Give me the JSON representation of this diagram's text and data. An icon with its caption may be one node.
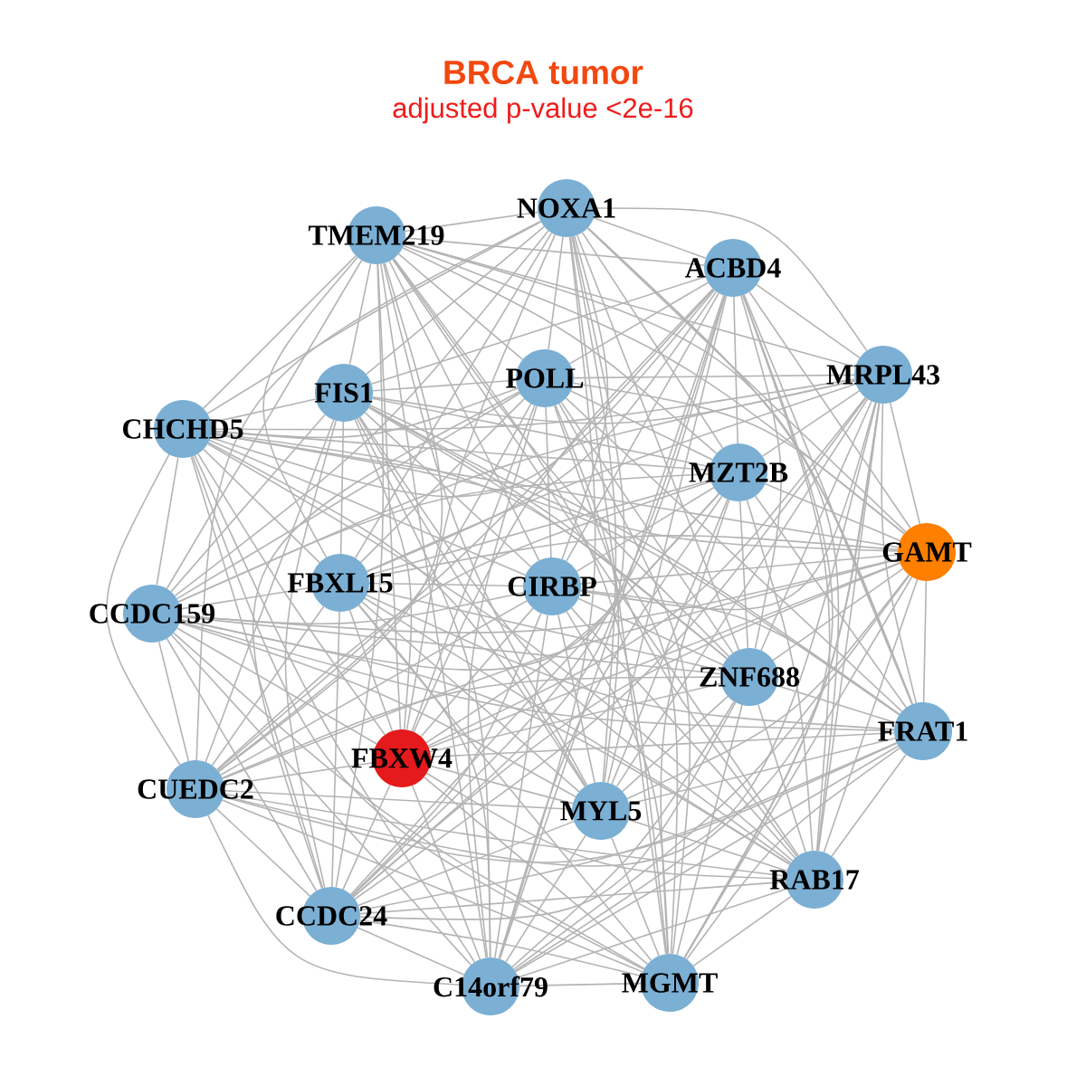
{
  "diagram": {
    "title": "BRCA tumor",
    "nodes": [
      {
        "text": [
          "NOXA1"
        ]
      },
      {
        "text": [
          "TMEM219"
        ]
      },
      {
        "text": [
          "ACBD4"
        ]
      },
      {
        "text": [
          "MRPL43"
        ]
      },
      {
        "text": [
          "FIS1"
        ]
      },
      {
        "text": [
          "POLL"
        ]
      },
      {
        "text": [
          "CHCHD5"
        ]
      },
      {
        "text": [
          "MZT2B"
        ]
      },
      {
        "text": [
          "GAMT"
        ]
      },
      {
        "text": [
          "CCDC159"
        ]
      },
      {
        "text": [
          "FBXL15"
        ]
      },
      {
        "text": [
          "CIRBP"
        ]
      },
      {
        "text": [
          "ZNF688"
        ]
      },
      {
        "text": [
          "FRAT1"
        ]
      },
      {
        "text": [
          "FBXW4"
        ]
      },
      {
        "text": [
          "CUEDC2"
        ]
      },
      {
        "text": [
          "MYL5"
        ]
      },
      {
        "text": [
          "RAB17"
        ]
      },
      {
        "text": [
          "CCDC24"
        ]
      },
      {
        "text": [
          "C14orf79"
        ]
      },
      {
        "text": [
          "MGMT"
        ]
      }
    ],
    "edges": [
      {
        "from": 0,
        "to": 1,
        "arrow": "none"
      },
      {
        "from": 0,
        "to": 2,
        "arrow": "none"
      },
      {
        "from": 0,
        "to": 3,
        "arrow": "none"
      },
      {
        "from": 0,
        "to": 4,
        "arrow": "none"
      },
      {
        "from": 0,
        "to": 5,
        "arrow": "none"
      },
      {
        "from": 0,
        "to": 6,
        "arrow": "none"
      },
      {
        "from": 0,
        "to": 7,
        "arrow": "none"
      },
      {
        "from": 0,
        "to": 8,
        "arrow": "none"
      },
      {
        "from": 0,
        "to": 9,
        "arrow": "none"
      },
      {
        "from": 0,
        "to": 10,
        "arrow": "none"
      },
      {
        "from": 0,
        "to": 11,
        "arrow": "none"
      },
      {
        "from": 0,
        "to": 12,
        "arrow": "none"
      },
      {
        "from": 0,
        "to": 13,
        "arrow": "none"
      },
      {
        "from": 0,
        "to": 14,
        "arrow": "none"
      },
      {
        "from": 0,
        "to": 15,
        "arrow": "none"
      },
      {
        "from": 0,
        "to": 16,
        "arrow": "none"
      },
      {
        "from": 0,
        "to": 17,
        "arrow": "none"
      },
      {
        "from": 0,
        "to": 18,
        "arrow": "none"
      },
      {
        "from": 0,
        "to": 19,
        "arrow": "none"
      },
      {
        "from": 0,
        "to": 20,
        "arrow": "none"
      },
      {
        "from": 1,
        "to": 2,
        "arrow": "none"
      },
      {
        "from": 1,
        "to": 3,
        "arrow": "none"
      },
      {
        "from": 1,
        "to": 4,
        "arrow": "none"
      },
      {
        "from": 1,
        "to": 5,
        "arrow": "none"
      },
      {
        "from": 1,
        "to": 6,
        "arrow": "none"
      },
      {
        "from": 1,
        "to": 7,
        "arrow": "none"
      },
      {
        "from": 1,
        "to": 8,
        "arrow": "none"
      },
      {
        "from": 1,
        "to": 9,
        "arrow": "none"
      },
      {
        "from": 1,
        "to": 10,
        "arrow": "none"
      },
      {
        "from": 1,
        "to": 11,
        "arrow": "none"
      },
      {
        "from": 1,
        "to": 12,
        "arrow": "none"
      },
      {
        "from": 1,
        "to": 13,
        "arrow": "none"
      },
      {
        "from": 1,
        "to": 14,
        "arrow": "none"
      },
      {
        "from": 1,
        "to": 15,
        "arrow": "none"
      },
      {
        "from": 1,
        "to": 16,
        "arrow": "none"
      },
      {
        "from": 1,
        "to": 17,
        "arrow": "none"
      },
      {
        "from": 1,
        "to": 18,
        "arrow": "none"
      },
      {
        "from": 1,
        "to": 19,
        "arrow": "none"
      },
      {
        "from": 1,
        "to": 20,
        "arrow": "none"
      },
      {
        "from": 2,
        "to": 3,
        "arrow": "none"
      },
      {
        "from": 2,
        "to": 4,
        "arrow": "none"
      },
      {
        "from": 2,
        "to": 5,
        "arrow": "none"
      },
      {
        "from": 2,
        "to": 6,
        "arrow": "none"
      },
      {
        "from": 2,
        "to": 7,
        "arrow": "none"
      },
      {
        "from": 2,
        "to": 8,
        "arrow": "none"
      },
      {
        "from": 2,
        "to": 9,
        "arrow": "none"
      },
      {
        "from": 2,
        "to": 10,
        "arrow": "none"
      },
      {
        "from": 2,
        "to": 11,
        "arrow": "none"
      },
      {
        "from": 2,
        "to": 12,
        "arrow": "none"
      },
      {
        "from": 2,
        "to": 13,
        "arrow": "none"
      },
      {
        "from": 2,
        "to": 14,
        "arrow": "none"
      },
      {
        "from": 2,
        "to": 15,
        "arrow": "none"
      },
      {
        "from": 2,
        "to": 16,
        "arrow": "none"
      },
      {
        "from": 2,
        "to": 17,
        "arrow": "none"
      },
      {
        "from": 2,
        "to": 18,
        "arrow": "none"
      },
      {
        "from": 2,
        "to": 19,
        "arrow": "none"
      },
      {
        "from": 2,
        "to": 20,
        "arrow": "none"
      },
      {
        "from": 3,
        "to": 4,
        "arrow": "none"
      },
      {
        "from": 3,
        "to": 5,
        "arrow": "none"
      },
      {
        "from": 3,
        "to": 6,
        "arrow": "none"
      },
      {
        "from": 3,
        "to": 7,
        "arrow": "none"
      },
      {
        "from": 3,
        "to": 8,
        "arrow": "none"
      },
      {
        "from": 3,
        "to": 9,
        "arrow": "none"
      },
      {
        "from": 3,
        "to": 10,
        "arrow": "none"
      },
      {
        "from": 3,
        "to": 11,
        "arrow": "none"
      },
      {
        "from": 3,
        "to": 12,
        "arrow": "none"
      },
      {
        "from": 3,
        "to": 13,
        "arrow": "none"
      },
      {
        "from": 3,
        "to": 14,
        "arrow": "none"
      },
      {
        "from": 3,
        "to": 15,
        "arrow": "none"
      },
      {
        "from": 3,
        "to": 16,
        "arrow": "none"
      },
      {
        "from": 3,
        "to": 17,
        "arrow": "none"
      },
      {
        "from": 3,
        "to": 18,
        "arrow": "none"
      },
      {
        "from": 3,
        "to": 19,
        "arrow": "none"
      },
      {
        "from": 3,
        "to": 20,
        "arrow": "none"
      },
      {
        "from": 4,
        "to": 5,
        "arrow": "none"
      },
      {
        "from": 4,
        "to": 6,
        "arrow": "none"
      },
      {
        "from": 4,
        "to": 7,
        "arrow": "none"
      },
      {
        "from": 4,
        "to": 8,
        "arrow": "none"
      },
      {
        "from": 4,
        "to": 9,
        "arrow": "none"
      },
      {
        "from": 4,
        "to": 10,
        "arrow": "none"
      },
      {
        "from": 4,
        "to": 11,
        "arrow": "none"
      },
      {
        "from": 4,
        "to": 12,
        "arrow": "none"
      },
      {
        "from": 4,
        "to": 13,
        "arrow": "none"
      },
      {
        "from": 4,
        "to": 14,
        "arrow": "none"
      },
      {
        "from": 4,
        "to": 15,
        "arrow": "none"
      },
      {
        "from": 4,
        "to": 16,
        "arrow": "none"
      },
      {
        "from": 4,
        "to": 17,
        "arrow": "none"
      },
      {
        "from": 4,
        "to": 18,
        "arrow": "none"
      },
      {
        "from": 4,
        "to": 19,
        "arrow": "none"
      },
      {
        "from": 4,
        "to": 20,
        "arrow": "none"
      },
      {
        "from": 5,
        "to": 6,
        "arrow": "none"
      },
      {
        "from": 5,
        "to": 7,
        "arrow": "none"
      },
      {
        "from": 5,
        "to": 8,
        "arrow": "none"
      },
      {
        "from": 5,
        "to": 9,
        "arrow": "none"
      },
      {
        "from": 5,
        "to": 10,
        "arrow": "none"
      },
      {
        "from": 5,
        "to": 11,
        "arrow": "none"
      },
      {
        "from": 5,
        "to": 12,
        "arrow": "none"
      },
      {
        "from": 5,
        "to": 13,
        "arrow": "none"
      },
      {
        "from": 5,
        "to": 14,
        "arrow": "none"
      },
      {
        "from": 5,
        "to": 15,
        "arrow": "none"
      },
      {
        "from": 5,
        "to": 16,
        "arrow": "none"
      },
      {
        "from": 5,
        "to": 17,
        "arrow": "none"
      },
      {
        "from": 5,
        "to": 18,
        "arrow": "none"
      },
      {
        "from": 5,
        "to": 19,
        "arrow": "none"
      },
      {
        "from": 5,
        "to": 20,
        "arrow": "none"
      },
      {
        "from": 6,
        "to": 7,
        "arrow": "none"
      },
      {
        "from": 6,
        "to": 8,
        "arrow": "none"
      },
      {
        "from": 6,
        "to": 9,
        "arrow": "none"
      },
      {
        "from": 6,
        "to": 10,
        "arrow": "none"
      },
      {
        "from": 6,
        "to": 11,
        "arrow": "none"
      },
      {
        "from": 6,
        "to": 12,
        "arrow": "none"
      },
      {
        "from": 6,
        "to": 13,
        "arrow": "none"
      },
      {
        "from": 6,
        "to": 14,
        "arrow": "none"
      },
      {
        "from": 6,
        "to": 15,
        "arrow": "none"
      },
      {
        "from": 6,
        "to": 16,
        "arrow": "none"
      },
      {
        "from": 6,
        "to": 17,
        "arrow": "none"
      },
      {
        "from": 6,
        "to": 18,
        "arrow": "none"
      },
      {
        "from": 6,
        "to": 19,
        "arrow": "none"
      },
      {
        "from": 6,
        "to": 20,
        "arrow": "none"
      },
      {
        "from": 7,
        "to": 8,
        "arrow": "none"
      },
      {
        "from": 7,
        "to": 9,
        "arrow": "none"
      },
      {
        "from": 7,
        "to": 10,
        "arrow": "none"
      },
      {
        "from": 7,
        "to": 11,
        "arrow": "none"
      },
      {
        "from": 7,
        "to": 12,
        "arrow": "none"
      },
      {
        "from": 7,
        "to": 13,
        "arrow": "none"
      },
      {
        "from": 7,
        "to": 14,
        "arrow": "none"
      },
      {
        "from": 7,
        "to": 15,
        "arrow": "none"
      },
      {
        "from": 7,
        "to": 16,
        "arrow": "none"
      },
      {
        "from": 7,
        "to": 17,
        "arrow": "none"
      },
      {
        "from": 7,
        "to": 18,
        "arrow": "none"
      },
      {
        "from": 7,
        "to": 19,
        "arrow": "none"
      },
      {
        "from": 7,
        "to": 20,
        "arrow": "none"
      },
      {
        "from": 8,
        "to": 9,
        "arrow": "none"
      },
      {
        "from": 8,
        "to": 10,
        "arrow": "none"
      },
      {
        "from": 8,
        "to": 11,
        "arrow": "none"
      },
      {
        "from": 8,
        "to": 12,
        "arrow": "none"
      },
      {
        "from": 8,
        "to": 13,
        "arrow": "none"
      },
      {
        "from": 8,
        "to": 14,
        "arrow": "none"
      },
      {
        "from": 8,
        "to": 15,
        "arrow": "none"
      },
      {
        "from": 8,
        "to": 16,
        "arrow": "none"
      },
      {
        "from": 8,
        "to": 17,
        "arrow": "none"
      },
      {
        "from": 8,
        "to": 18,
        "arrow": "none"
      },
      {
        "from": 8,
        "to": 19,
        "arrow": "none"
      },
      {
        "from": 8,
        "to": 20,
        "arrow": "none"
      },
      {
        "from": 9,
        "to": 10,
        "arrow": "none"
      },
      {
        "from": 9,
        "to": 11,
        "arrow": "none"
      },
      {
        "from": 9,
        "to": 12,
        "arrow": "none"
      },
      {
        "from": 9,
        "to": 13,
        "arrow": "none"
      },
      {
        "from": 9,
        "to": 14,
        "arrow": "none"
      },
      {
        "from": 9,
        "to": 15,
        "arrow": "none"
      },
      {
        "from": 9,
        "to": 16,
        "arrow": "none"
      },
      {
        "from": 9,
        "to": 17,
        "arrow": "none"
      },
      {
        "from": 9,
        "to": 18,
        "arrow": "none"
      },
      {
        "from": 9,
        "to": 19,
        "arrow": "none"
      },
      {
        "from": 9,
        "to": 20,
        "arrow": "none"
      },
      {
        "from": 10,
        "to": 11,
        "arrow": "none"
      },
      {
        "from": 10,
        "to": 12,
        "arrow": "none"
      },
      {
        "from": 10,
        "to": 13,
        "arrow": "none"
      },
      {
        "from": 10,
        "to": 14,
        "arrow": "none"
      },
      {
        "from": 10,
        "to": 15,
        "arrow": "none"
      },
      {
        "from": 10,
        "to": 16,
        "arrow": "none"
      },
      {
        "from": 10,
        "to": 17,
        "arrow": "none"
      },
      {
        "from": 10,
        "to": 18,
        "arrow": "none"
      },
      {
        "from": 10,
        "to": 19,
        "arrow": "none"
      },
      {
        "from": 10,
        "to": 20,
        "arrow": "none"
      },
      {
        "from": 11,
        "to": 12,
        "arrow": "none"
      },
      {
        "from": 11,
        "to": 13,
        "arrow": "none"
      },
      {
        "from": 11,
        "to": 14,
        "arrow": "none"
      },
      {
        "from": 11,
        "to": 15,
        "arrow": "none"
      },
      {
        "from": 11,
        "to": 16,
        "arrow": "none"
      },
      {
        "from": 11,
        "to": 17,
        "arrow": "none"
      },
      {
        "from": 11,
        "to": 18,
        "arrow": "none"
      },
      {
        "from": 11,
        "to": 19,
        "arrow": "none"
      },
      {
        "from": 11,
        "to": 20,
        "arrow": "none"
      },
      {
        "from": 12,
        "to": 13,
        "arrow": "none"
      },
      {
        "from": 12,
        "to": 14,
        "arrow": "none"
      },
      {
        "from": 12,
        "to": 15,
        "arrow": "none"
      },
      {
        "from": 12,
        "to": 16,
        "arrow": "none"
      },
      {
        "from": 12,
        "to": 17,
        "arrow": "none"
      },
      {
        "from": 12,
        "to": 18,
        "arrow": "none"
      },
      {
        "from": 12,
        "to": 19,
        "arrow": "none"
      },
      {
        "from": 12,
        "to": 20,
        "arrow": "none"
      },
      {
        "from": 13,
        "to": 14,
        "arrow": "none"
      },
      {
        "from": 13,
        "to": 15,
        "arrow": "none"
      },
      {
        "from": 13,
        "to": 16,
        "arrow": "none"
      },
      {
        "from": 13,
        "to": 17,
        "arrow": "none"
      },
      {
        "from": 13,
        "to": 18,
        "arrow": "none"
      },
      {
        "from": 13,
        "to": 19,
        "arrow": "none"
      },
      {
        "from": 13,
        "to": 20,
        "arrow": "none"
      },
      {
        "from": 14,
        "to": 15,
        "arrow": "none"
      },
      {
        "from": 14,
        "to": 16,
        "arrow": "none"
      },
      {
        "from": 14,
        "to": 17,
        "arrow": "none"
      },
      {
        "from": 14,
        "to": 18,
        "arrow": "none"
      },
      {
        "from": 14,
        "to": 19,
        "arrow": "none"
      },
      {
        "from": 14,
        "to": 20,
        "arrow": "none"
      },
      {
        "from": 15,
        "to": 16,
        "arrow": "none"
      },
      {
        "from": 15,
        "to": 17,
        "arrow": "none"
      },
      {
        "from": 15,
        "to": 18,
        "arrow": "none"
      },
      {
        "from": 15,
        "to": 19,
        "arrow": "none"
      },
      {
        "from": 15,
        "to": 20,
        "arrow": "none"
      },
      {
        "from": 16,
        "to": 17,
        "arrow": "none"
      },
      {
        "from": 16,
        "to": 18,
        "arrow": "none"
      },
      {
        "from": 16,
        "to": 19,
        "arrow": "none"
      },
      {
        "from": 16,
        "to": 20,
        "arrow": "none"
      },
      {
        "from": 17,
        "to": 18,
        "arrow": "none"
      },
      {
        "from": 17,
        "to": 19,
        "arrow": "none"
      },
      {
        "from": 17,
        "to": 20,
        "arrow": "none"
      },
      {
        "from": 18,
        "to": 19,
        "arrow": "none"
      },
      {
        "from": 18,
        "to": 20,
        "arrow": "none"
      },
      {
        "from": 19,
        "to": 20,
        "arrow": "none"
      }
    ],
    "labels": [
      "adjusted p-value <2e-16"
    ]
  }
}
